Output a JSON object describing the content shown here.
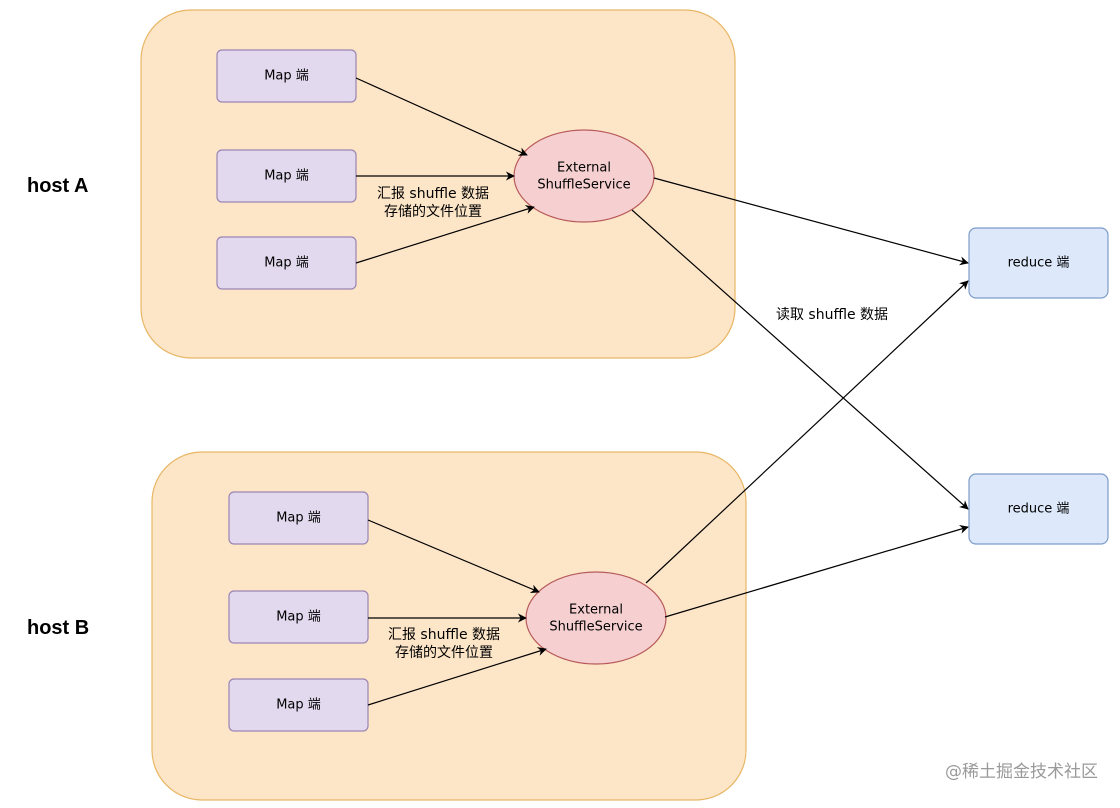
{
  "hosts": [
    {
      "label": "host A",
      "maps": [
        {
          "label": "Map 端"
        },
        {
          "label": "Map 端"
        },
        {
          "label": "Map 端"
        }
      ],
      "service": {
        "line1": "External",
        "line2": "ShuffleService"
      },
      "report_label": {
        "line1": "汇报 shuffle 数据",
        "line2": "存储的文件位置"
      }
    },
    {
      "label": "host B",
      "maps": [
        {
          "label": "Map 端"
        },
        {
          "label": "Map 端"
        },
        {
          "label": "Map 端"
        }
      ],
      "service": {
        "line1": "External",
        "line2": "ShuffleService"
      },
      "report_label": {
        "line1": "汇报 shuffle 数据",
        "line2": "存储的文件位置"
      }
    }
  ],
  "reducers": [
    {
      "label": "reduce 端"
    },
    {
      "label": "reduce 端"
    }
  ],
  "read_label": "读取 shuffle 数据",
  "watermark": "@稀土掘金技术社区",
  "colors": {
    "host_fill": "#fde6c8",
    "host_stroke": "#e8b664",
    "map_fill": "#e3d9ee",
    "map_stroke": "#9a85b3",
    "service_fill": "#f6d0d0",
    "service_stroke": "#b75a5a",
    "reduce_fill": "#dde9fb",
    "reduce_stroke": "#7e9cc9",
    "edge": "#000000"
  }
}
